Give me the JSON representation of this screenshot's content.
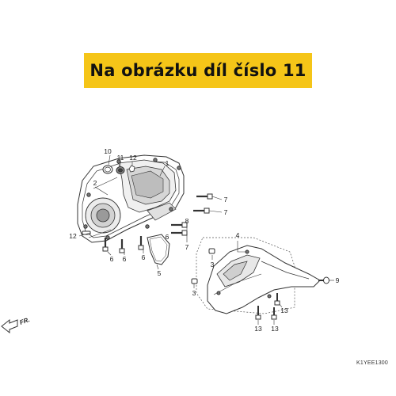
{
  "banner": {
    "text": "Na obrázku díl číslo 11",
    "background": "#f5c518"
  },
  "direction_label": "FR.",
  "diagram_code": "K1YEE1300",
  "callouts": [
    "10",
    "11",
    "12",
    "1",
    "2",
    "7",
    "7",
    "8",
    "7",
    "12",
    "6",
    "6",
    "6",
    "6",
    "5",
    "4",
    "3",
    "3",
    "9",
    "13",
    "13",
    "13"
  ],
  "line_color": "#333333"
}
